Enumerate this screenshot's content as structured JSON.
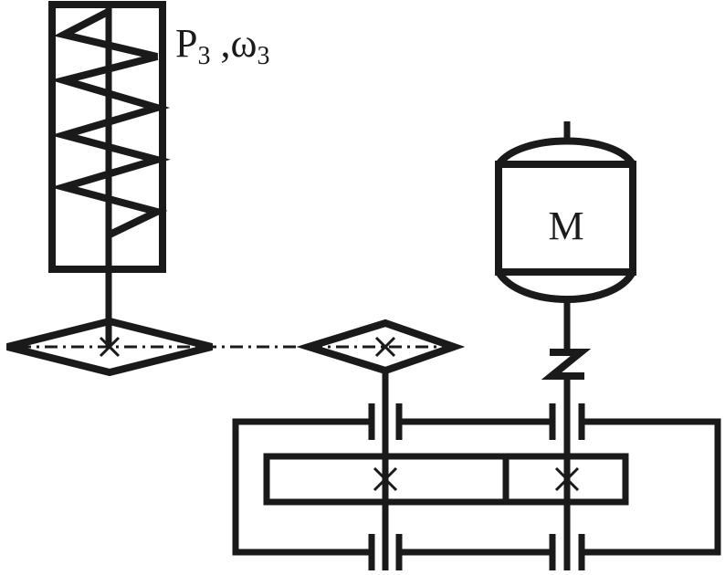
{
  "labels": {
    "power_symbol": "P",
    "power_subscript": "3",
    "separator": " ,",
    "speed_symbol": "ω",
    "speed_subscript": "3",
    "motor": "M"
  },
  "colors": {
    "ink": "#1a1a1a",
    "background": "#ffffff"
  },
  "components": [
    "screw-conveyor-drum",
    "driven-chain-sprocket",
    "driving-chain-sprocket",
    "electric-motor",
    "elastic-coupling",
    "gearbox-housing",
    "gear-pair",
    "shaft-bearings"
  ]
}
